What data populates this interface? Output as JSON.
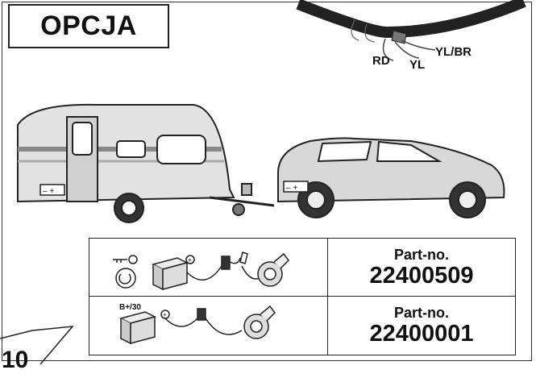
{
  "option_label": "OPCJA",
  "wires": [
    "RD",
    "YL",
    "YL/BR"
  ],
  "parts": [
    {
      "label": "Part-no.",
      "number": "22400509"
    },
    {
      "label": "Part-no.",
      "number": "22400001"
    }
  ],
  "battery_terminal_label": "B+/30",
  "page_number": "10",
  "icons": [
    "ignition-key-icon",
    "battery-icon",
    "socket-icon",
    "relay-icon"
  ]
}
